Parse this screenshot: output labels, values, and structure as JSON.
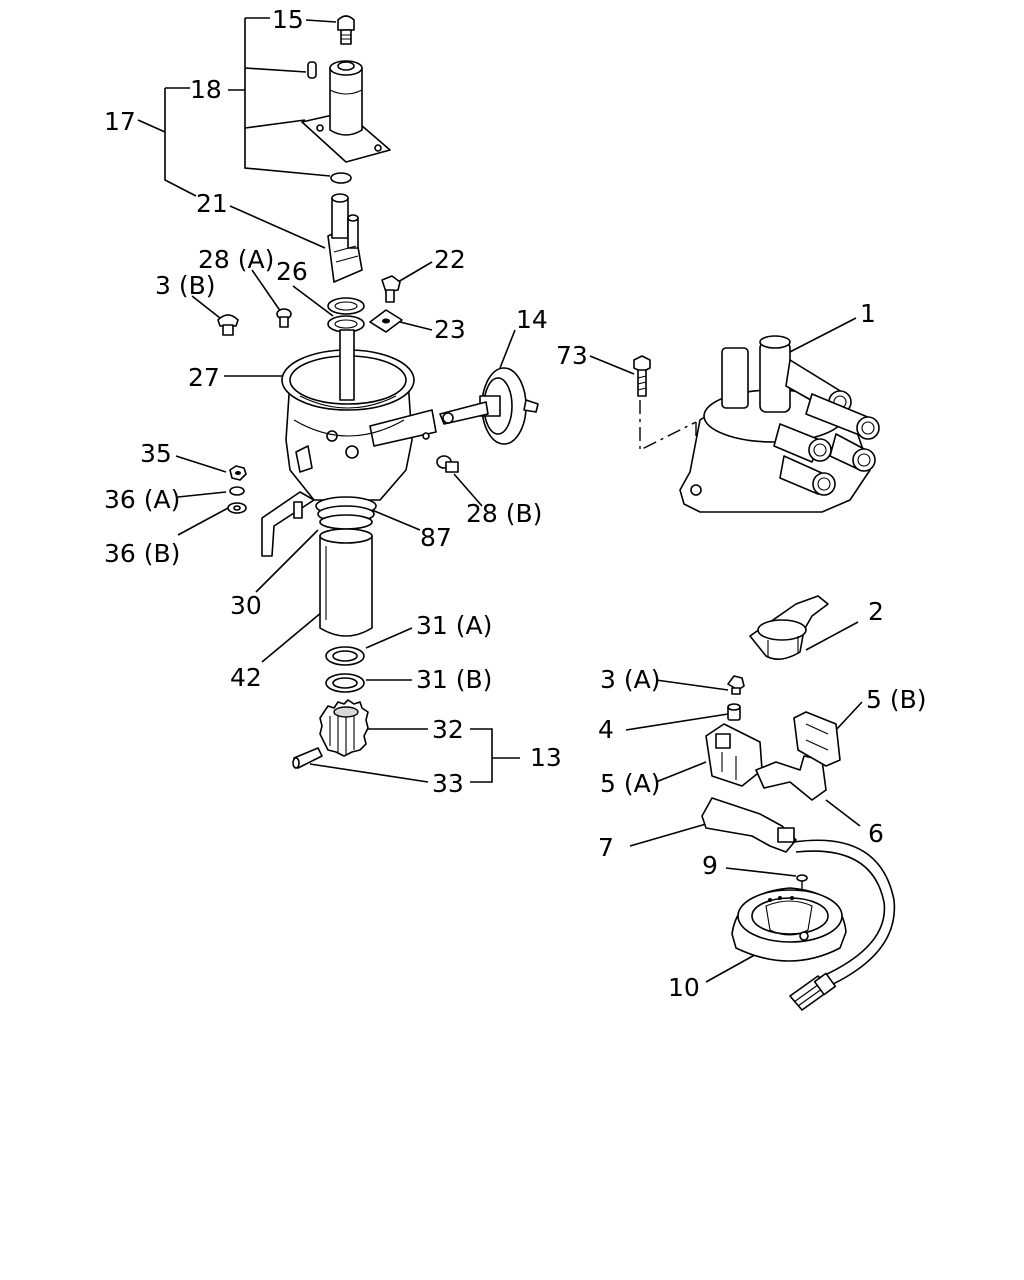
{
  "labels": {
    "p1": "1",
    "p2": "2",
    "p3a": "3 (A)",
    "p3b": "3 (B)",
    "p4": "4",
    "p5a": "5 (A)",
    "p5b": "5 (B)",
    "p6": "6",
    "p7": "7",
    "p9": "9",
    "p10": "10",
    "p13": "13",
    "p14": "14",
    "p15": "15",
    "p17": "17",
    "p18": "18",
    "p21": "21",
    "p22": "22",
    "p23": "23",
    "p26": "26",
    "p27": "27",
    "p28a": "28 (A)",
    "p28b": "28 (B)",
    "p30": "30",
    "p31a": "31 (A)",
    "p31b": "31 (B)",
    "p32": "32",
    "p33": "33",
    "p35": "35",
    "p36a": "36 (A)",
    "p36b": "36 (B)",
    "p42": "42",
    "p73": "73",
    "p87": "87"
  }
}
